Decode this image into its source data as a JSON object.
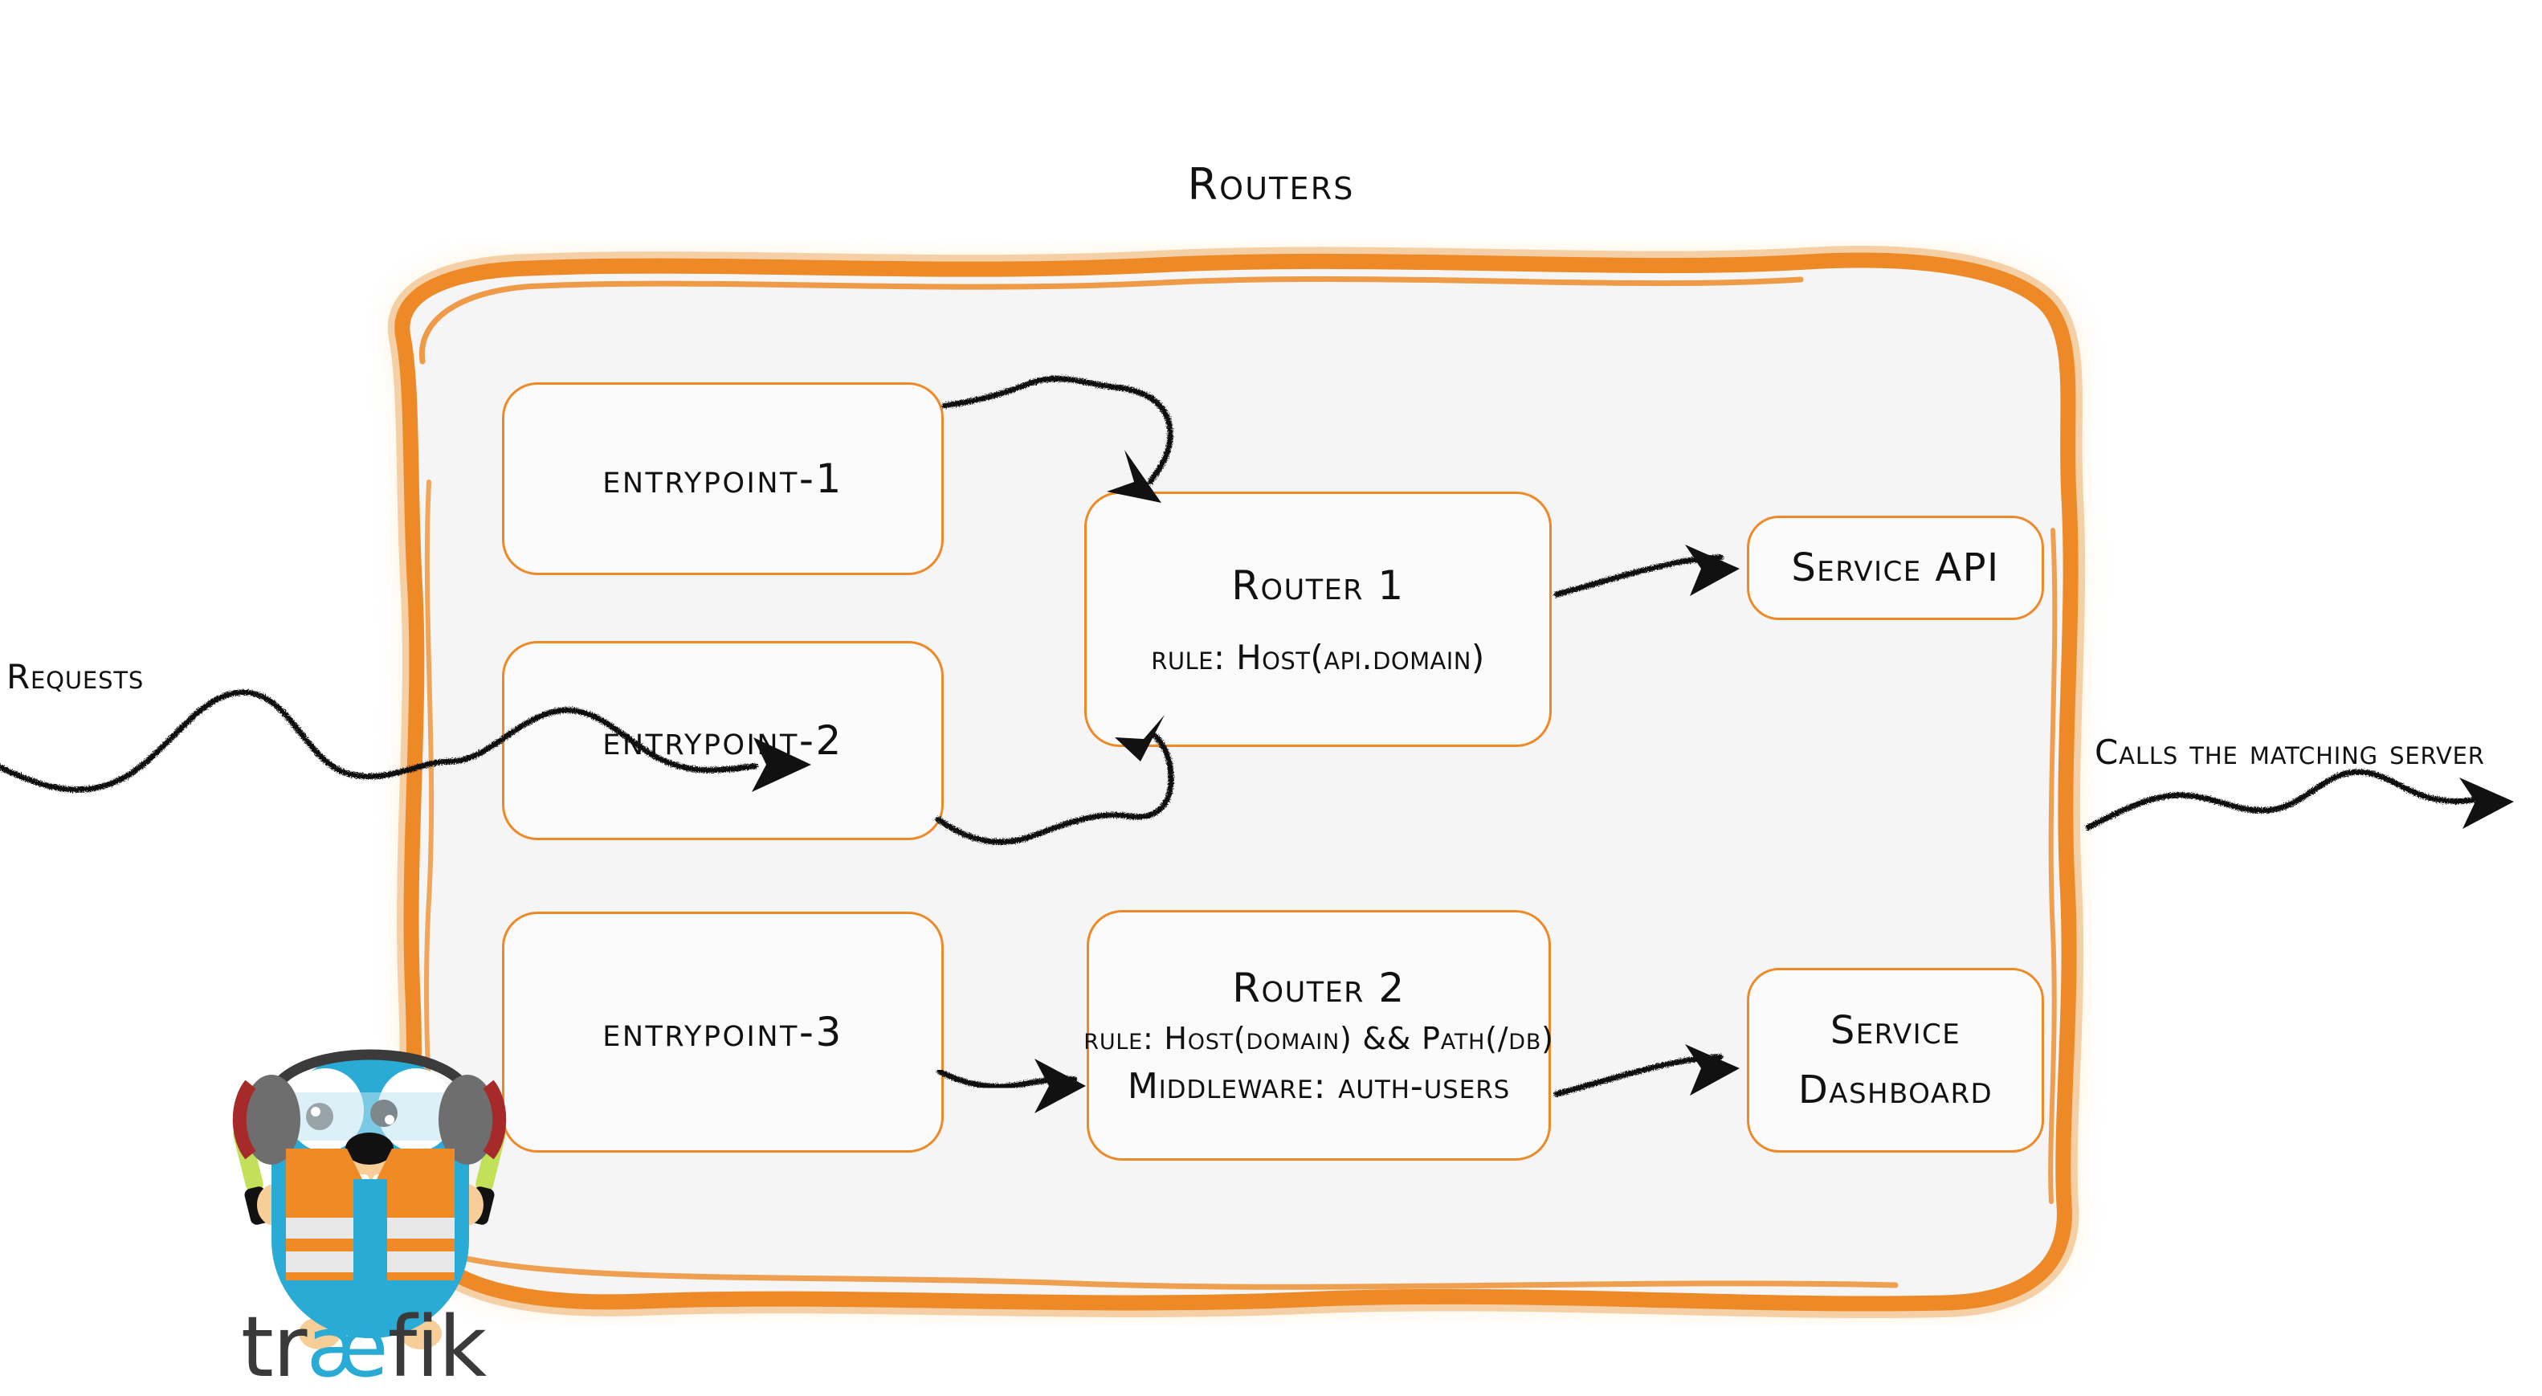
{
  "diagram": {
    "title": "Routers",
    "accent_color": "#ED8A27",
    "container_fill": "#F5F5F5",
    "arrow_color": "#111111",
    "brand_cyan": "#29ABD6"
  },
  "entrypoints": [
    {
      "label": "entrypoint-1"
    },
    {
      "label": "entrypoint-2"
    },
    {
      "label": "entrypoint-3"
    }
  ],
  "routers": [
    {
      "title": "Router 1",
      "rule": "rule: Host(api.domain)",
      "middleware": ""
    },
    {
      "title": "Router 2",
      "rule": "rule: Host(domain) && Path(/db)",
      "middleware": "Middleware: auth-users"
    }
  ],
  "services": [
    {
      "lines": [
        "Service API"
      ]
    },
    {
      "lines": [
        "Service",
        "Dashboard"
      ]
    }
  ],
  "annotations": {
    "incoming": "Requests",
    "outgoing": "Calls the matching server"
  },
  "brand": {
    "wordmark_pre": "tr",
    "wordmark_ae": "æ",
    "wordmark_post": "fik",
    "mascot": "traefik-gopher-mascot"
  }
}
